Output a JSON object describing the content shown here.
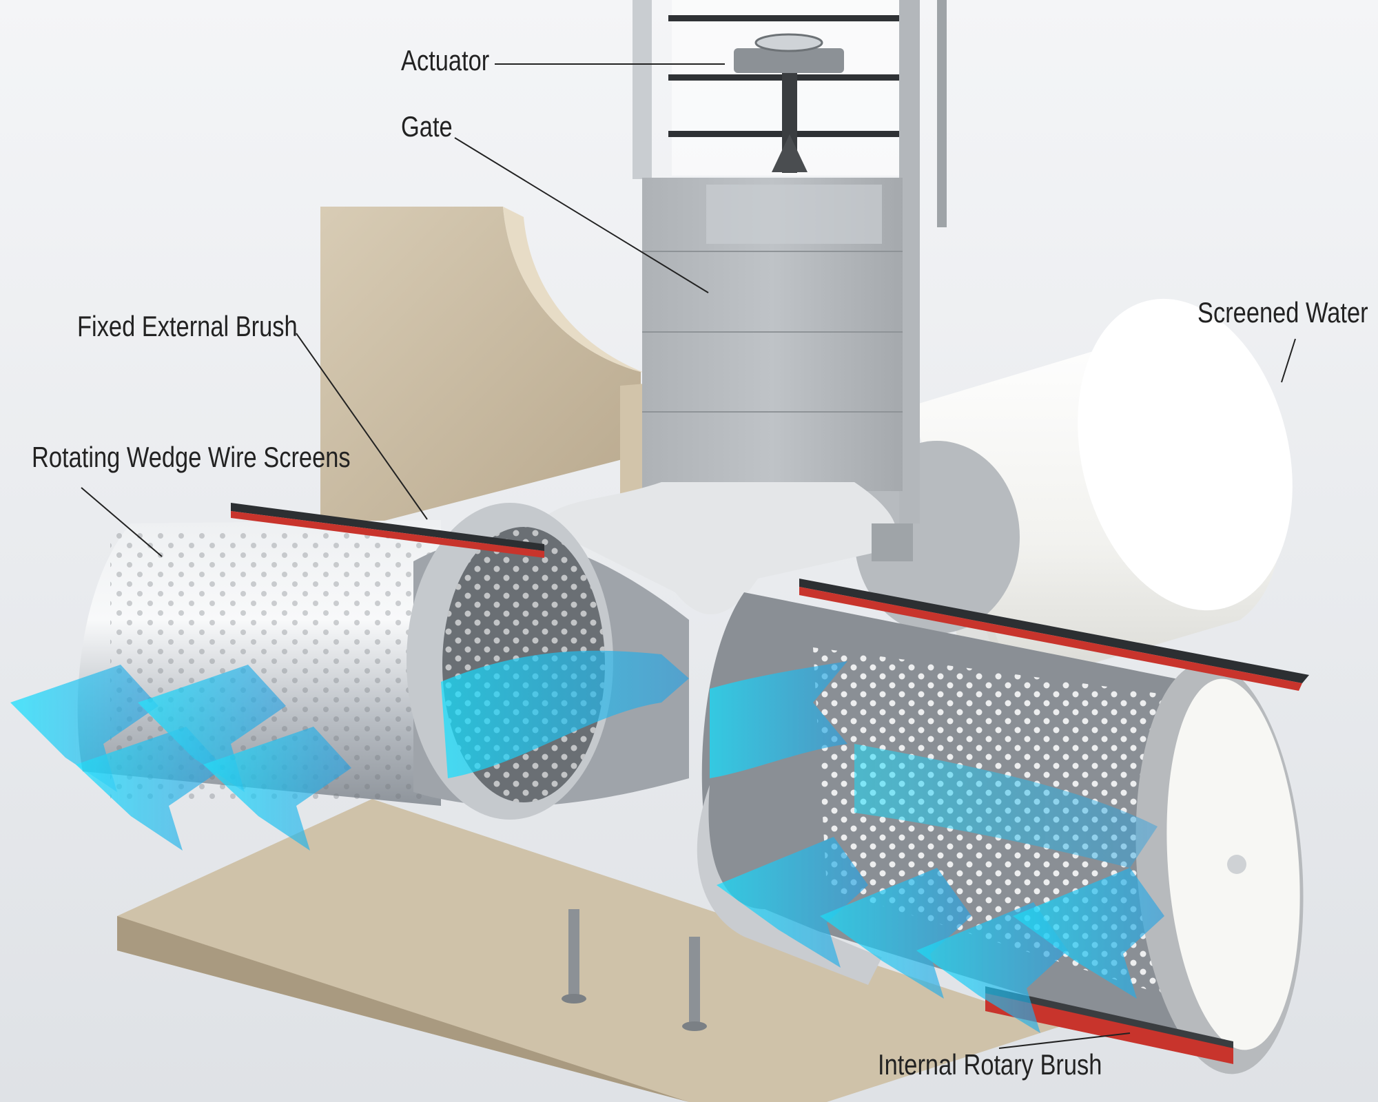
{
  "labels": {
    "actuator": "Actuator",
    "gate": "Gate",
    "fixed_external_brush": "Fixed External Brush",
    "rotating_wedge_wire_screens": "Rotating Wedge Wire Screens",
    "screened_water": "Screened Water",
    "internal_rotary_brush": "Internal Rotary Brush"
  },
  "colors": {
    "background": "#eceef1",
    "concrete": "#cbbda5",
    "steel": "#b4b8bc",
    "screen_pipe": "#f7f7f5",
    "brush_red": "#c8342c",
    "flow_blue": "#29c6f2"
  }
}
